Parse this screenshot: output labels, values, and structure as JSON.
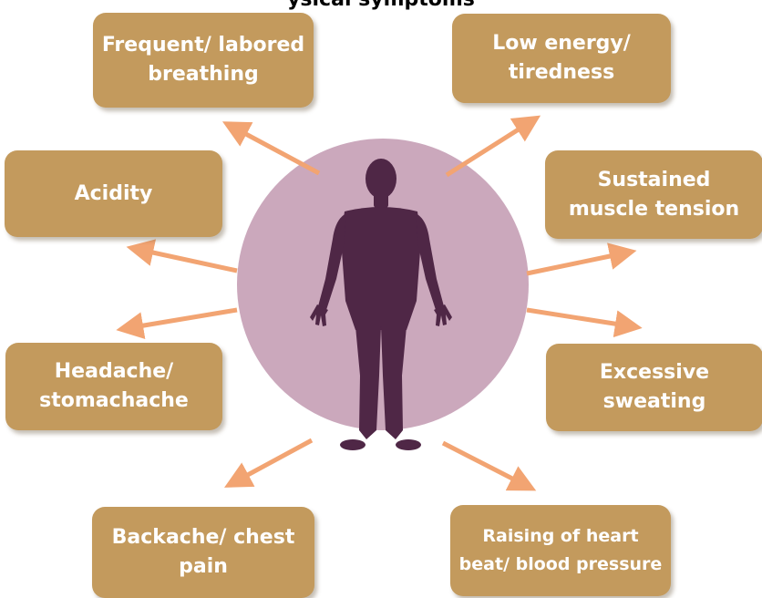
{
  "title": "ysical symptoms",
  "colors": {
    "box_fill": "#c39a5d",
    "box_text": "#ffffff",
    "arrow": "#f2a472",
    "circle": "#cba8bc",
    "silhouette": "#4f2746"
  },
  "symptoms": [
    {
      "id": "breathing",
      "lines": [
        "Frequent/ labored",
        "breathing"
      ]
    },
    {
      "id": "energy",
      "lines": [
        "Low energy/",
        "tiredness"
      ]
    },
    {
      "id": "acidity",
      "lines": [
        "Acidity"
      ]
    },
    {
      "id": "muscle",
      "lines": [
        "Sustained",
        "muscle tension"
      ]
    },
    {
      "id": "headache",
      "lines": [
        "Headache/",
        "stomachache"
      ]
    },
    {
      "id": "sweating",
      "lines": [
        "Excessive",
        "sweating"
      ]
    },
    {
      "id": "backache",
      "lines": [
        "Backache/ chest",
        "pain"
      ]
    },
    {
      "id": "heart",
      "lines": [
        "Raising of heart",
        "beat/ blood pressure"
      ]
    }
  ],
  "icons": {
    "figure": "human-silhouette-icon",
    "arrow": "arrow-icon"
  }
}
